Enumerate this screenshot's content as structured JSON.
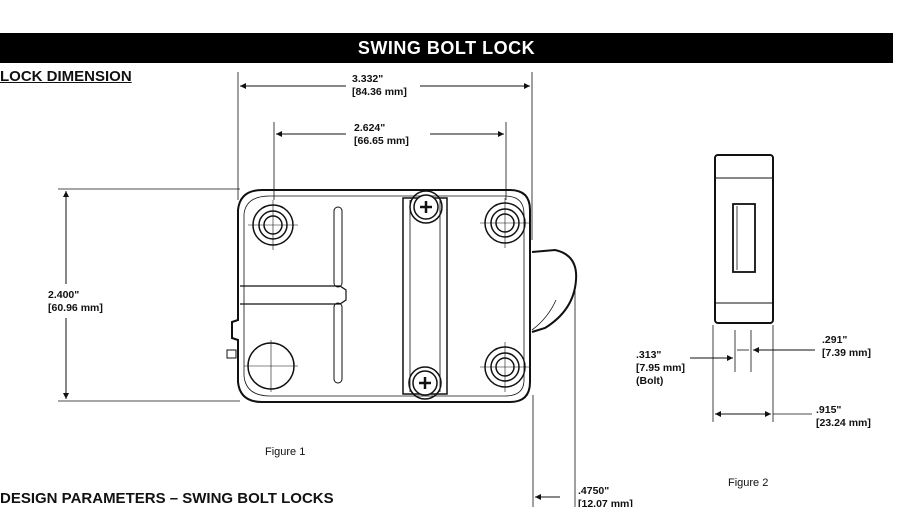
{
  "header": {
    "title": "SWING BOLT LOCK"
  },
  "sections": {
    "dimension_heading": "LOCK DIMENSION",
    "design_heading": "DESIGN PARAMETERS – SWING BOLT LOCKS"
  },
  "figure1": {
    "caption": "Figure 1",
    "width_outer": {
      "in": "3.332\"",
      "mm": "[84.36 mm]"
    },
    "width_inner": {
      "in": "2.624\"",
      "mm": "[66.65 mm]"
    },
    "height": {
      "in": "2.400\"",
      "mm": "[60.96 mm]"
    },
    "bolt_offset": {
      "in": ".4750\"",
      "mm": "[12.07 mm]"
    }
  },
  "figure2": {
    "caption": "Figure 2",
    "bolt_thickness": {
      "in": ".313\"",
      "mm": "[7.95 mm]",
      "note": "(Bolt)"
    },
    "gap": {
      "in": ".291\"",
      "mm": "[7.39 mm]"
    },
    "depth": {
      "in": ".915\"",
      "mm": "[23.24 mm]"
    }
  }
}
